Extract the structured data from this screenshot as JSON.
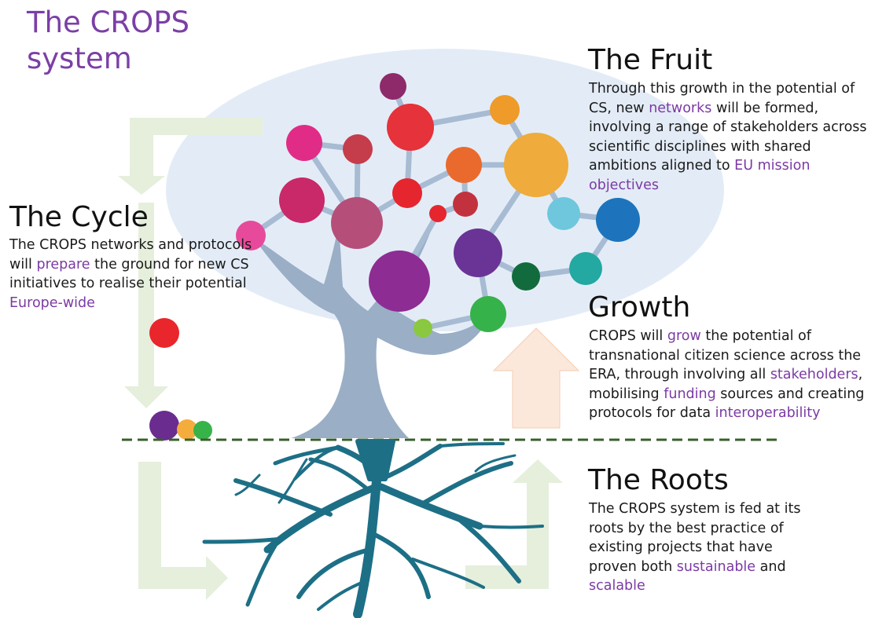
{
  "title": {
    "line1": "The CROPS",
    "line2": "system"
  },
  "colors": {
    "title": "#7b3fa6",
    "highlight": "#7b3aa4",
    "canopy": "#e3ecf6",
    "trunk": "#9aaec6",
    "roots": "#1d6f86",
    "cycle_arrow": "#e3eedb",
    "growth_arrow": "#fbe6d8",
    "ground_line": "#3a5f2d"
  },
  "sections": {
    "fruit": {
      "heading": "The Fruit",
      "text": [
        {
          "t": "Through this growth in the potential of CS, new "
        },
        {
          "t": "networks",
          "hl": true
        },
        {
          "t": " will be formed, involving a range of stakeholders across scientific disciplines with shared ambitions aligned to "
        },
        {
          "t": "EU mission objectives",
          "hl": true
        }
      ]
    },
    "cycle": {
      "heading": "The Cycle",
      "text": [
        {
          "t": "The CROPS networks and protocols will "
        },
        {
          "t": "prepare",
          "hl": true
        },
        {
          "t": " the ground for new CS initiatives to realise their potential "
        },
        {
          "t": "Europe-wide",
          "hl": true
        }
      ]
    },
    "growth": {
      "heading": "Growth",
      "text": [
        {
          "t": "CROPS will "
        },
        {
          "t": "grow",
          "hl": true
        },
        {
          "t": " the potential of transnational citizen science across the ERA, through involving all "
        },
        {
          "t": "stakeholders",
          "hl": true
        },
        {
          "t": ", mobilising "
        },
        {
          "t": "funding",
          "hl": true
        },
        {
          "t": " sources and creating protocols for data "
        },
        {
          "t": "interoperability",
          "hl": true
        }
      ]
    },
    "roots": {
      "heading": "The Roots",
      "text": [
        {
          "t": "The CROPS system is fed at its roots by the best practice of existing projects that have proven both "
        },
        {
          "t": "sustainable",
          "hl": true
        },
        {
          "t": " and "
        },
        {
          "t": "scalable",
          "hl": true
        }
      ]
    }
  }
}
